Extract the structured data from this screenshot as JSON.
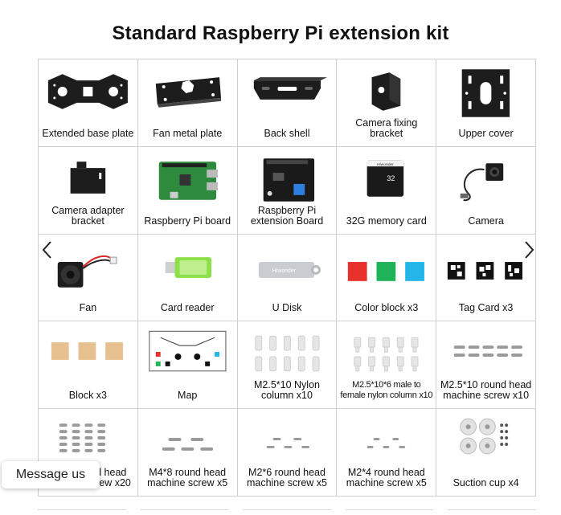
{
  "page": {
    "title": "Standard Raspberry Pi extension kit"
  },
  "items": [
    {
      "label": "Extended base plate"
    },
    {
      "label": "Fan metal plate"
    },
    {
      "label": "Back shell"
    },
    {
      "label": "Camera fixing bracket"
    },
    {
      "label": "Upper cover"
    },
    {
      "label": "Camera adapter bracket"
    },
    {
      "label": "Raspberry Pi board"
    },
    {
      "label": "Raspberry Pi extension Board"
    },
    {
      "label": "32G memory card",
      "card_brand": "Hiwonder",
      "card_size": "32"
    },
    {
      "label": "Camera"
    },
    {
      "label": "Fan"
    },
    {
      "label": "Card reader"
    },
    {
      "label": "U Disk",
      "brand": "Hiwonder"
    },
    {
      "label": "Color block x3"
    },
    {
      "label": "Tag Card x3"
    },
    {
      "label": "Block x3"
    },
    {
      "label": "Map"
    },
    {
      "label": "M2.5*10 Nylon column x10"
    },
    {
      "label": "M2.5*10*6 male to female nylon column x10"
    },
    {
      "label": "M2.5*10 round head machine screw x10"
    },
    {
      "label": "M4*6 round head machine screw x20"
    },
    {
      "label": "M4*8 round head machine screw x5"
    },
    {
      "label": "M2*6 round head machine screw x5"
    },
    {
      "label": "M2*4 round head machine screw x5"
    },
    {
      "label": "Suction cup x4"
    }
  ],
  "carousel": {
    "prev_icon": "chevron-left-icon",
    "next_icon": "chevron-right-icon"
  },
  "chat": {
    "label": "Message us"
  },
  "colors": {
    "block_red": "#e8312a",
    "block_green": "#1fb35a",
    "block_blue": "#25b6e8",
    "block_wood": "#e7c08f",
    "reader_green": "#8ee04a"
  }
}
